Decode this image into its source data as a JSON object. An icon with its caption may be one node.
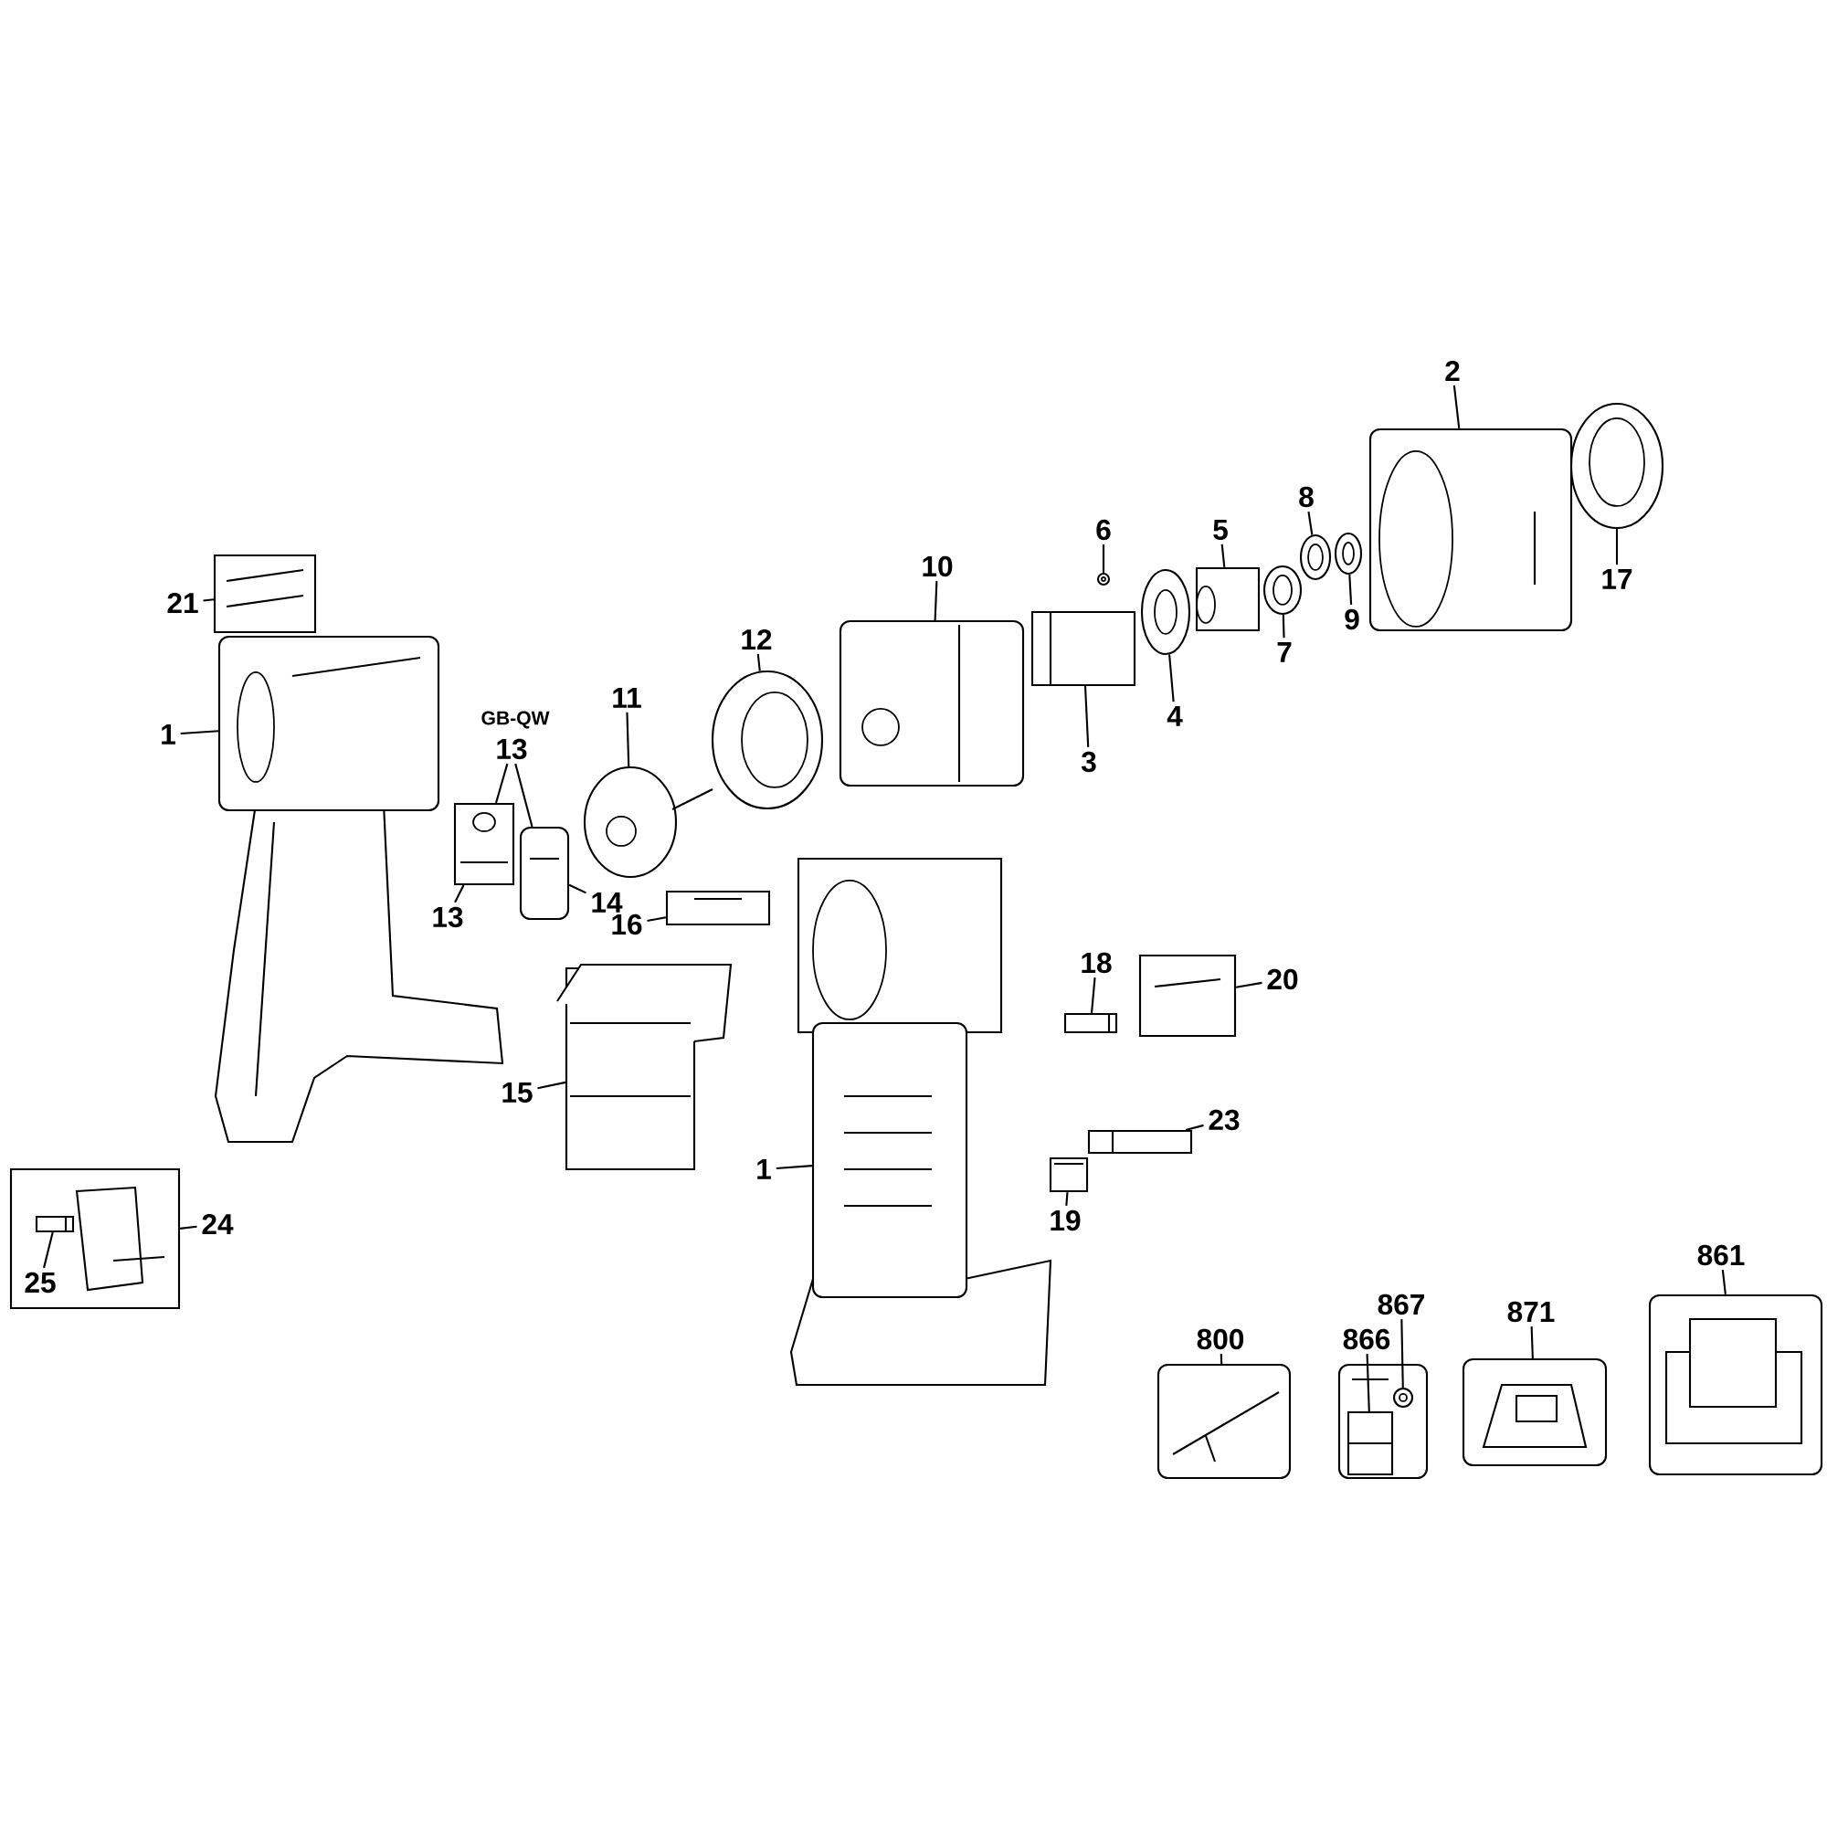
{
  "diagram": {
    "nodes": [
      {
        "text": [
          "21"
        ]
      },
      {
        "text": [],
        "shape": "picture"
      },
      {
        "text": [
          "1"
        ]
      },
      {
        "text": [],
        "shape": "picture"
      },
      {
        "text": [
          "13"
        ]
      },
      {
        "text": [],
        "shape": "picture"
      },
      {
        "text": [],
        "shape": "picture"
      },
      {
        "text": [
          "13"
        ]
      },
      {
        "text": [
          "14"
        ]
      },
      {
        "text": [
          "11"
        ]
      },
      {
        "text": [],
        "shape": "picture"
      },
      {
        "text": [
          "12"
        ]
      },
      {
        "text": [],
        "shape": "picture"
      },
      {
        "text": [
          "10"
        ]
      },
      {
        "text": [],
        "shape": "picture"
      },
      {
        "text": [
          "6"
        ]
      },
      {
        "text": [],
        "shape": "picture"
      },
      {
        "text": [
          "3"
        ]
      },
      {
        "text": [],
        "shape": "picture"
      },
      {
        "text": [
          "4"
        ]
      },
      {
        "text": [],
        "shape": "picture"
      },
      {
        "text": [
          "5"
        ]
      },
      {
        "text": [],
        "shape": "picture"
      },
      {
        "text": [
          "7"
        ]
      },
      {
        "text": [],
        "shape": "picture"
      },
      {
        "text": [
          "8"
        ]
      },
      {
        "text": [],
        "shape": "picture"
      },
      {
        "text": [
          "9"
        ]
      },
      {
        "text": [],
        "shape": "picture"
      },
      {
        "text": [
          "2"
        ]
      },
      {
        "text": [],
        "shape": "picture"
      },
      {
        "text": [
          "17"
        ]
      },
      {
        "text": [],
        "shape": "picture"
      },
      {
        "text": [
          "16"
        ]
      },
      {
        "text": [],
        "shape": "picture"
      },
      {
        "text": [
          "15"
        ]
      },
      {
        "text": [],
        "shape": "picture"
      },
      {
        "text": [
          "1"
        ]
      },
      {
        "text": [],
        "shape": "picture"
      },
      {
        "text": [
          "18"
        ]
      },
      {
        "text": [],
        "shape": "picture"
      },
      {
        "text": [
          "20"
        ]
      },
      {
        "text": [],
        "shape": "picture"
      },
      {
        "text": [
          "23"
        ]
      },
      {
        "text": [],
        "shape": "picture"
      },
      {
        "text": [
          "19"
        ]
      },
      {
        "text": [],
        "shape": "picture"
      },
      {
        "text": [
          "24"
        ]
      },
      {
        "text": [],
        "shape": "picture"
      },
      {
        "text": [
          "25"
        ],
        "in": 48
      },
      {
        "text": [],
        "shape": "picture",
        "in": 48
      },
      {
        "text": [
          "800"
        ]
      },
      {
        "text": [],
        "shape": "picture"
      },
      {
        "text": [],
        "shape": "picture"
      },
      {
        "text": [
          "866"
        ]
      },
      {
        "text": [],
        "shape": "picture",
        "in": 53
      },
      {
        "text": [
          "867"
        ]
      },
      {
        "text": [],
        "shape": "picture",
        "in": 53
      },
      {
        "text": [
          "871"
        ]
      },
      {
        "text": [],
        "shape": "picture"
      },
      {
        "text": [
          "861"
        ]
      },
      {
        "text": [],
        "shape": "picture"
      }
    ],
    "edges": [
      {
        "from": 0,
        "to": 1,
        "arrow": "none"
      },
      {
        "from": 2,
        "to": 3,
        "arrow": "none"
      },
      {
        "from": 4,
        "to": 5,
        "arrow": "none"
      },
      {
        "from": 4,
        "to": 6,
        "arrow": "none"
      },
      {
        "from": 7,
        "to": 5,
        "arrow": "none"
      },
      {
        "from": 8,
        "to": 6,
        "arrow": "none"
      },
      {
        "from": 9,
        "to": 10,
        "arrow": "none"
      },
      {
        "from": 11,
        "to": 12,
        "arrow": "none"
      },
      {
        "from": 13,
        "to": 14,
        "arrow": "none"
      },
      {
        "from": 15,
        "to": 16,
        "arrow": "none"
      },
      {
        "from": 17,
        "to": 18,
        "arrow": "none"
      },
      {
        "from": 19,
        "to": 20,
        "arrow": "none"
      },
      {
        "from": 21,
        "to": 22,
        "arrow": "none"
      },
      {
        "from": 23,
        "to": 24,
        "arrow": "none"
      },
      {
        "from": 25,
        "to": 26,
        "arrow": "none"
      },
      {
        "from": 27,
        "to": 28,
        "arrow": "none"
      },
      {
        "from": 29,
        "to": 30,
        "arrow": "none"
      },
      {
        "from": 31,
        "to": 32,
        "arrow": "none"
      },
      {
        "from": 33,
        "to": 34,
        "arrow": "none"
      },
      {
        "from": 35,
        "to": 36,
        "arrow": "none"
      },
      {
        "from": 37,
        "to": 38,
        "arrow": "none"
      },
      {
        "from": 39,
        "to": 40,
        "arrow": "none"
      },
      {
        "from": 41,
        "to": 42,
        "arrow": "none"
      },
      {
        "from": 43,
        "to": 44,
        "arrow": "none"
      },
      {
        "from": 45,
        "to": 46,
        "arrow": "none"
      },
      {
        "from": 47,
        "to": 48,
        "arrow": "none"
      },
      {
        "from": 49,
        "to": 50,
        "arrow": "none"
      },
      {
        "from": 51,
        "to": 52,
        "arrow": "none"
      },
      {
        "from": 54,
        "to": 55,
        "arrow": "none"
      },
      {
        "from": 56,
        "to": 57,
        "arrow": "none"
      },
      {
        "from": 58,
        "to": 59,
        "arrow": "none"
      },
      {
        "from": 60,
        "to": 61,
        "arrow": "none"
      }
    ],
    "labels": [
      "GB-QW"
    ]
  }
}
